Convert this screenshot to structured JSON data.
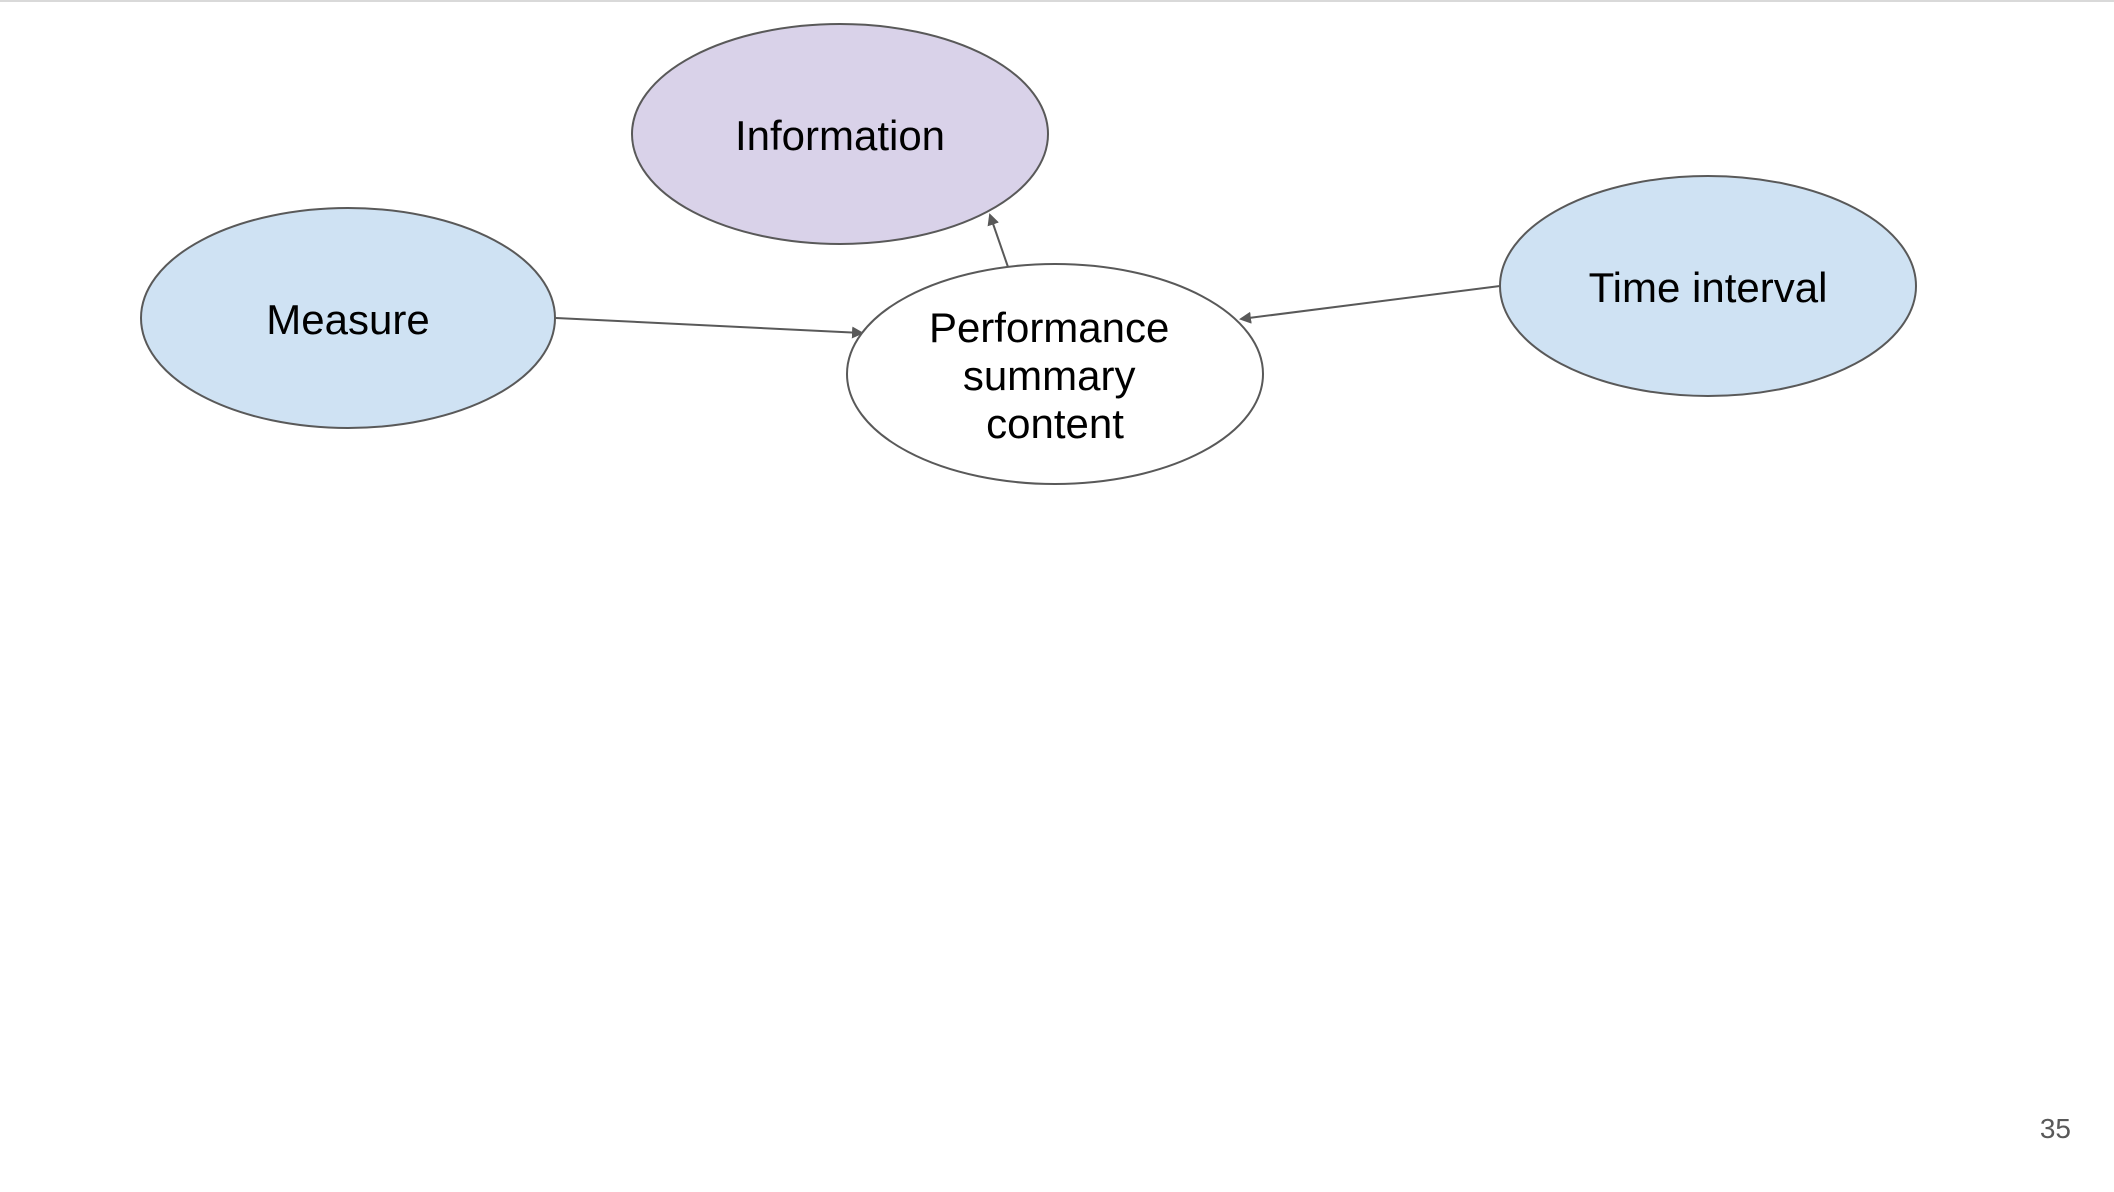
{
  "colors": {
    "information_fill": "#d9d2e9",
    "input_fill": "#cfe2f3",
    "center_fill": "#ffffff",
    "stroke": "#595959",
    "text": "#000000"
  },
  "nodes": {
    "information": {
      "label": "Information"
    },
    "measure": {
      "label": "Measure"
    },
    "performance": {
      "lines": [
        "Performance",
        "summary",
        "content"
      ]
    },
    "time_interval": {
      "label": "Time interval"
    }
  },
  "edges": [
    {
      "from": "Measure",
      "to": "Performance summary content"
    },
    {
      "from": "Time interval",
      "to": "Performance summary content"
    },
    {
      "from": "Performance summary content",
      "to": "Information"
    }
  ],
  "page_number": "35"
}
